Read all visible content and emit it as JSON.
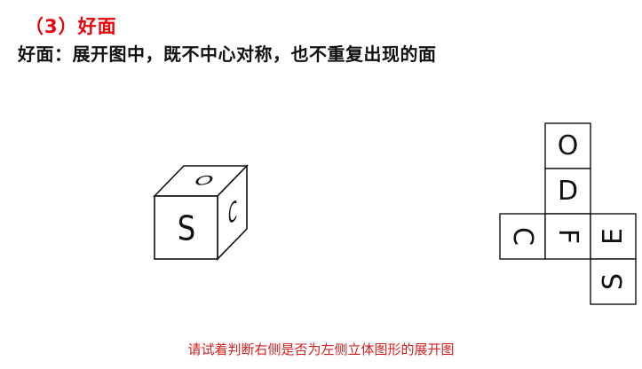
{
  "heading": {
    "title": "（3）好面",
    "definition": "好面：展开图中，既不中心对称，也不重复出现的面"
  },
  "cube": {
    "front_letter": "S",
    "top_letter": "O",
    "right_letter": "C"
  },
  "net": {
    "faces": [
      "O",
      "D",
      "C",
      "F",
      "E",
      "S"
    ]
  },
  "caption": "请试着判断右侧是否为左侧立体图形的展开图",
  "colors": {
    "title_red": "#e8000b",
    "caption_red": "#d21f1f",
    "line": "#111111"
  }
}
